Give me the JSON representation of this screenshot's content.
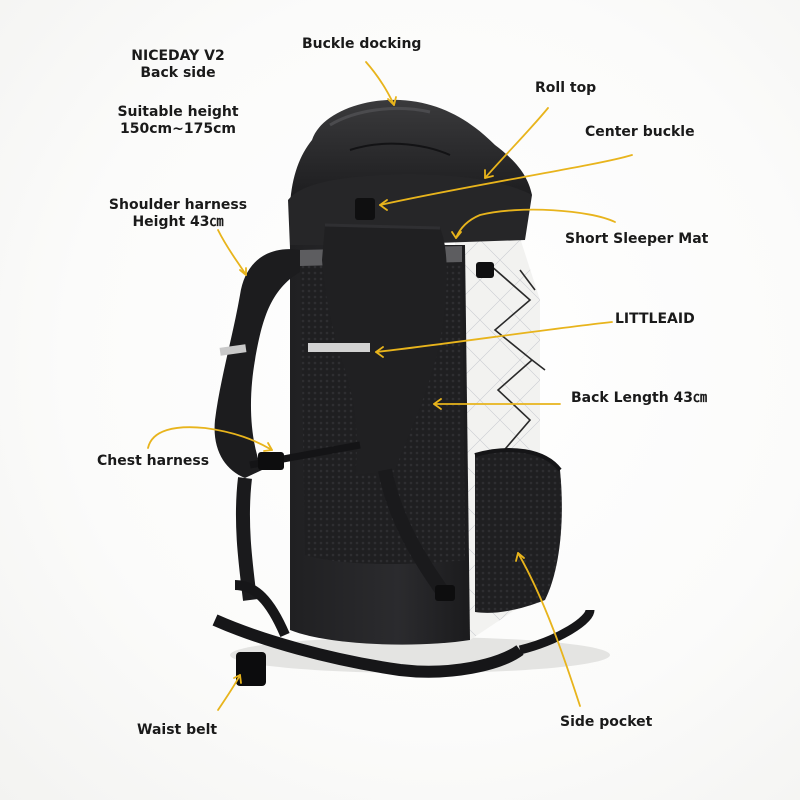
{
  "title": {
    "line1": "NICEDAY V2",
    "line2": "Back side"
  },
  "height_note": {
    "line1": "Suitable height",
    "line2": "150cm~175cm"
  },
  "labels": {
    "buckle_docking": "Buckle docking",
    "roll_top": "Roll top",
    "center_buckle": "Center buckle",
    "shoulder_harness_line1": "Shoulder harness",
    "shoulder_harness_line2": "Height 43㎝",
    "short_sleeper_mat": "Short Sleeper Mat",
    "littleaid": "LITTLEAID",
    "back_length": "Back Length 43㎝",
    "chest_harness": "Chest harness",
    "waist_belt": "Waist belt",
    "side_pocket": "Side pocket"
  },
  "colors": {
    "arrow": "#e8b41c",
    "bag": "#1d1d1f",
    "mesh": "#232325",
    "panel": "#ececec",
    "background": "#ffffff"
  }
}
